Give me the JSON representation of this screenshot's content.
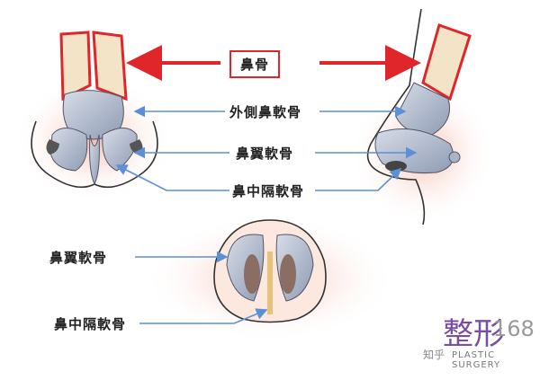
{
  "labels": {
    "nasal_bone": "鼻骨",
    "lateral_cartilage": "外側鼻軟骨",
    "alar_cartilage_top": "鼻翼軟骨",
    "septal_cartilage_top": "鼻中隔軟骨",
    "alar_cartilage_bottom": "鼻翼軟骨",
    "septal_cartilage_bottom": "鼻中隔軟骨"
  },
  "watermark": {
    "chinese": "整形",
    "number": "168",
    "english": "PLASTIC SURGERY",
    "source": "知乎"
  },
  "colors": {
    "highlight_red": "#e0262b",
    "leader_blue": "#5b8fd6",
    "cartilage": "#a9b4c8",
    "skin": "#f6c8b8"
  }
}
